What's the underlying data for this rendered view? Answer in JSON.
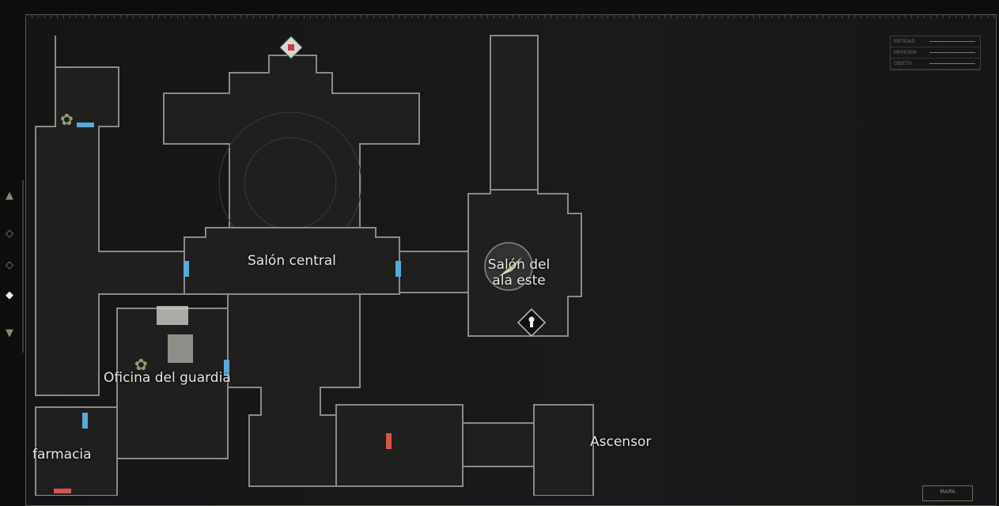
{
  "map": {
    "rooms": [
      {
        "label": "Salón central"
      },
      {
        "label": "Salón del ala este"
      },
      {
        "label": "Oficina del guardia"
      },
      {
        "label": "farmacia"
      },
      {
        "label": "Ascensor"
      }
    ],
    "door_colors": {
      "unlocked": "#5aa9d6",
      "locked": "#d2574a"
    },
    "player_icon": "player-arrow-icon",
    "lock_icon": "keyhole-icon"
  },
  "legend": {
    "items": [
      {
        "label": "ENTIDAD"
      },
      {
        "label": "MEMORIA"
      },
      {
        "label": "OBJETO"
      }
    ]
  },
  "side_nav": {
    "items": [
      "up-arrow-icon",
      "floor-diamond-icon",
      "floor-diamond-icon",
      "floor-diamond-active-icon",
      "down-arrow-icon"
    ]
  },
  "buttons": {
    "map_label": "MAPA"
  }
}
